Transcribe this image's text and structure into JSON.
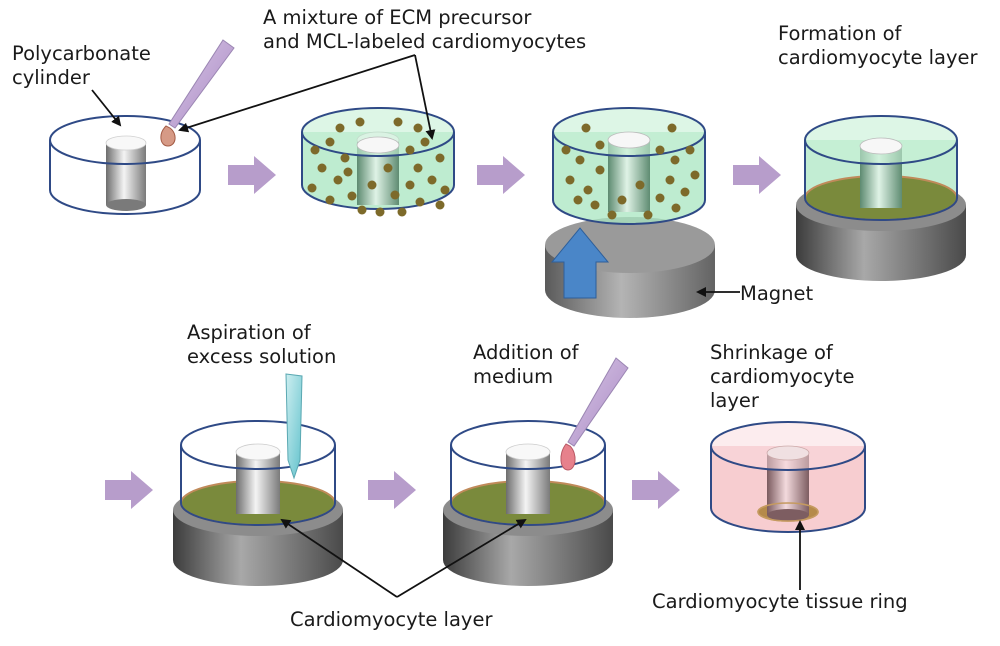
{
  "labels": {
    "polycarbonate_1": "Polycarbonate",
    "polycarbonate_2": "cylinder",
    "mixture_1": "A mixture of ECM precursor",
    "mixture_2": "and MCL-labeled cardiomyocytes",
    "formation_1": "Formation of",
    "formation_2": "cardiomyocyte layer",
    "magnet": "Magnet",
    "aspiration_1": "Aspiration of",
    "aspiration_2": "excess solution",
    "addition_1": "Addition of",
    "addition_2": "medium",
    "shrinkage_1": "Shrinkage of",
    "shrinkage_2": "cardiomyocyte",
    "shrinkage_3": "layer",
    "cardio_layer": "Cardiomyocyte layer",
    "tissue_ring": "Cardiomyocyte tissue ring"
  },
  "colors": {
    "dish_rim": "#2f4a86",
    "ecm_solution": "#a8e6c0",
    "medium": "#f6c4c8",
    "cell_dot": "#7d6a2a",
    "cell_layer": "#7a8a3c",
    "process_arrow": "#b79dcb",
    "magnet_arrow": "#4a86c8",
    "magnet_body": "#8a8a8a",
    "aspiration_tip": "#8fd6dc",
    "medium_tip": "#c7a8d8"
  }
}
